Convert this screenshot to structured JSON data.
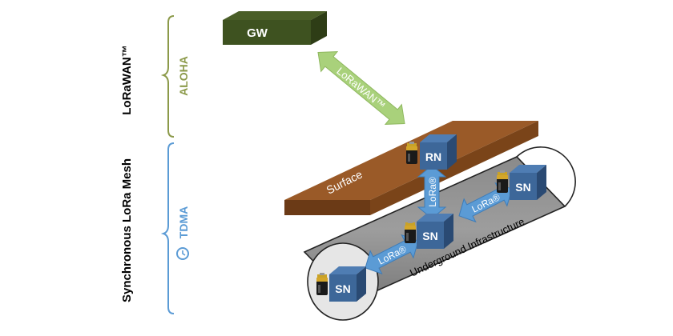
{
  "side_labels": {
    "lorawan": "LoRaWAN™",
    "aloha": "ALOHA",
    "mesh": "Synchronous LoRa Mesh",
    "tdma": "TDMA"
  },
  "nodes": {
    "gw": "GW",
    "rn": "RN",
    "sn_top_right": "SN",
    "sn_middle": "SN",
    "sn_bottom_left": "SN"
  },
  "surfaces": {
    "surface": "Surface",
    "underground": "Underground Infrastructure"
  },
  "links": {
    "gw_rn": "LoRaWAN™",
    "rn_sn": "LoRa®",
    "sn_sn_right": "LoRa®",
    "sn_sn_left": "LoRa®"
  },
  "icons": [
    "clock-icon",
    "battery-icon"
  ],
  "colors": {
    "gw_front": "#3e5220",
    "aloha_bracket": "#8c9a4a",
    "tdma_bracket": "#5b9bd5",
    "lorawan_arrow": "#a9d17b",
    "lora_arrow": "#5b9bd5",
    "surface": "#8b4f22",
    "node_front": "#3d6799"
  }
}
